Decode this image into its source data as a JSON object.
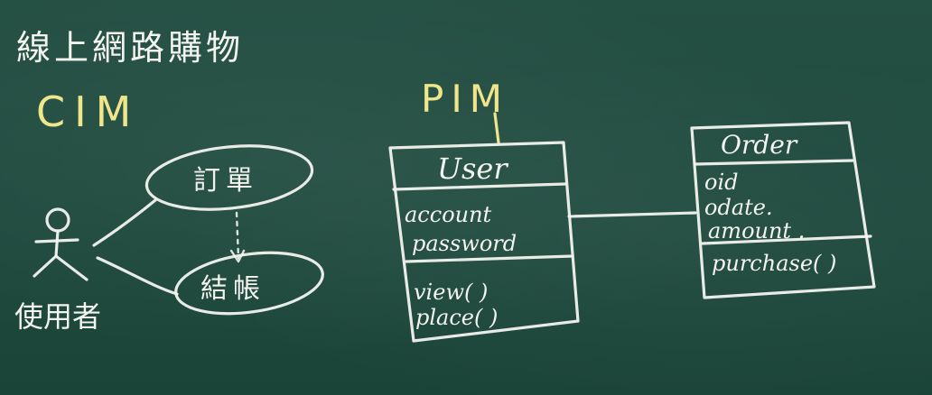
{
  "title": "線上網路購物",
  "labels": {
    "cim": "CIM",
    "pim": "PIM"
  },
  "use_case": {
    "actor": "使用者",
    "use_cases": [
      "訂單",
      "結帳"
    ]
  },
  "classes": [
    {
      "name": "User",
      "attributes": [
        "account",
        "password"
      ],
      "methods": [
        "view( )",
        "place( )"
      ]
    },
    {
      "name": "Order",
      "attributes": [
        "oid",
        "odate.",
        "amount ."
      ],
      "methods": [
        "purchase( )"
      ]
    }
  ],
  "colors": {
    "board": "#1f4b3f",
    "chalk": "#f3f3f0",
    "chalk_yellow": "#efe58a"
  }
}
